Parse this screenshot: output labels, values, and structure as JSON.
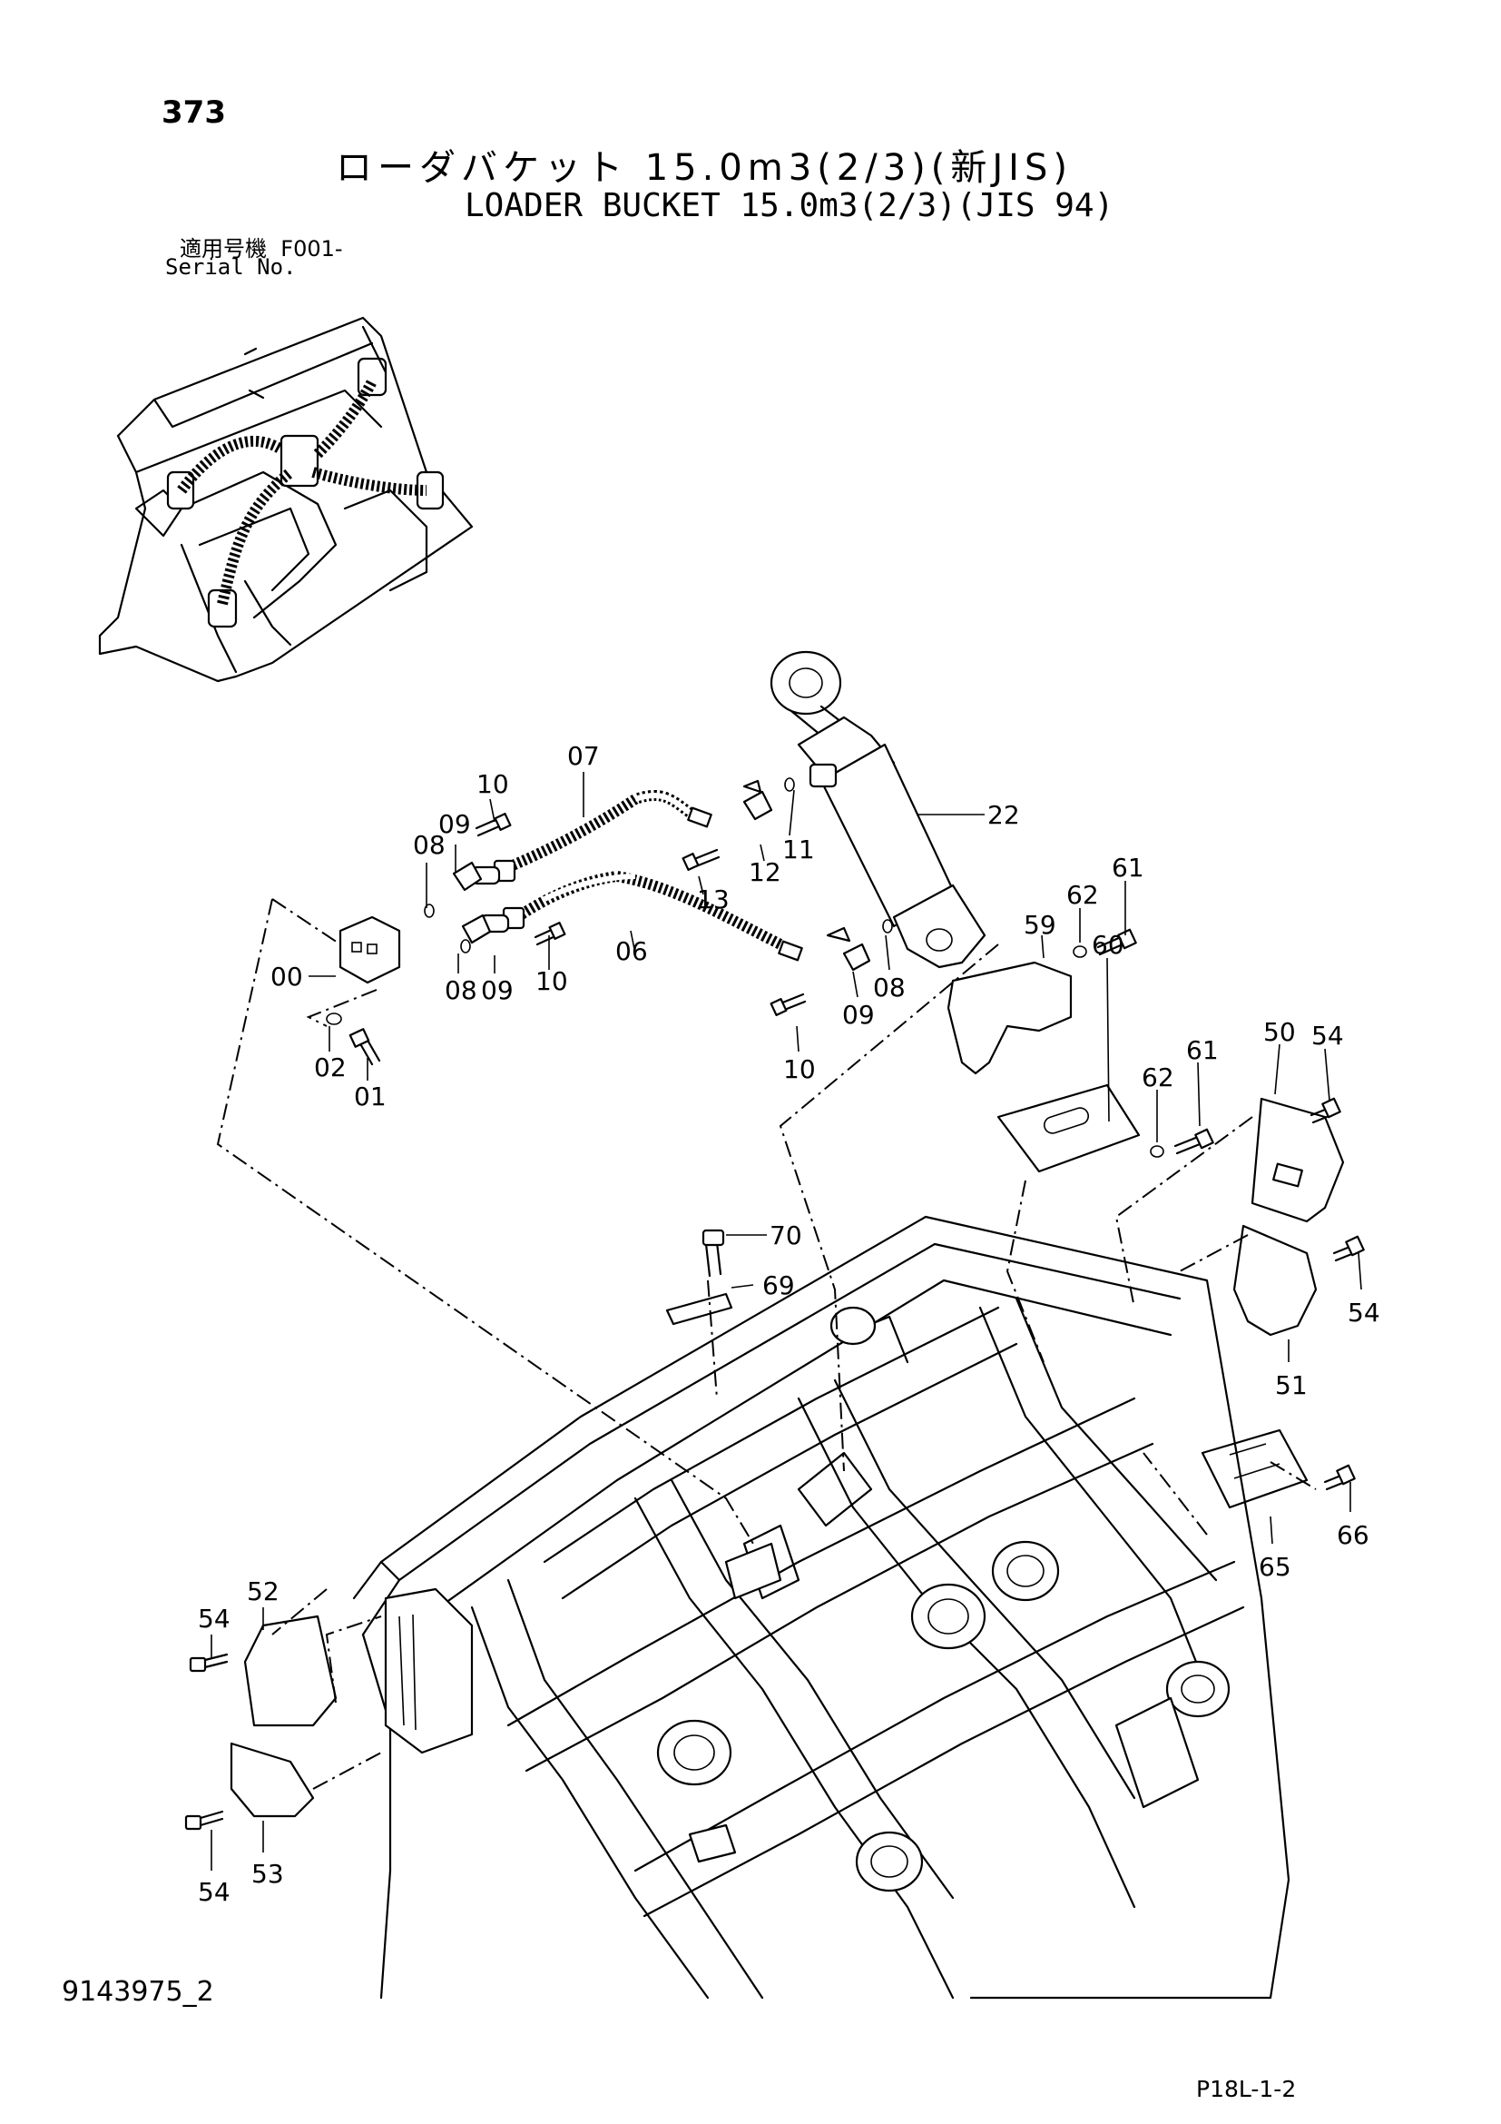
{
  "page_number": "373",
  "title_jp": "ローダバケット 15.0m3(2/3)(新JIS)",
  "title_en": "LOADER BUCKET 15.0m3(2/3)(JIS 94)",
  "serial": {
    "label_jp": "適用号機",
    "label_en": "Serial No.",
    "value": "F001-"
  },
  "doc_id": "9143975_2",
  "page_code": "P18L-1-2",
  "callouts": {
    "c07": "07",
    "c10a": "10",
    "c09a": "09",
    "c08a": "08",
    "c13": "13",
    "c12": "12",
    "c11": "11",
    "c22": "22",
    "c06": "06",
    "c00": "00",
    "c08b": "08",
    "c09b": "09",
    "c10b": "10",
    "c02": "02",
    "c01": "01",
    "c10c": "10",
    "c09c": "09",
    "c08c": "08",
    "c59": "59",
    "c62a": "62",
    "c61a": "61",
    "c60": "60",
    "c62b": "62",
    "c61b": "61",
    "c50": "50",
    "c54a": "54",
    "c54b": "54",
    "c51": "51",
    "c70": "70",
    "c69": "69",
    "c66": "66",
    "c65": "65",
    "c52": "52",
    "c54c": "54",
    "c54d": "54",
    "c53": "53"
  }
}
